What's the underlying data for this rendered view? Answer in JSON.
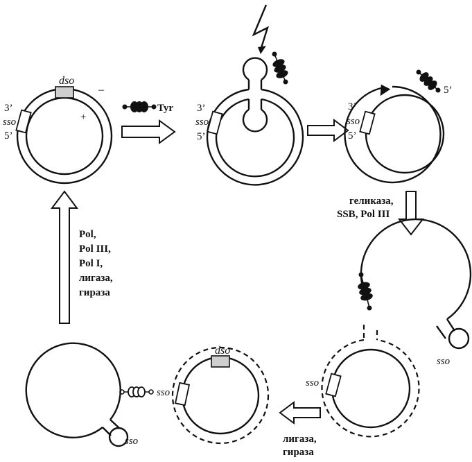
{
  "colors": {
    "ink": "#111111",
    "dso_fill": "#cfcfcf",
    "background": "#ffffff"
  },
  "icons": [
    "lightning-bolt-icon",
    "rep-protein-icon",
    "process-arrow-icon"
  ],
  "labels": {
    "dso": "dso",
    "sso": "sso",
    "three_prime": "3’",
    "five_prime": "5’",
    "minus": "–",
    "plus": "+",
    "tyr": "Tyr",
    "step_helicase": [
      "геликаза,",
      "SSB, Pol III"
    ],
    "step_ligase_bottom": [
      "лигаза,",
      "гираза"
    ],
    "step_left": [
      "Pol,",
      "Pol III,",
      "Pol I,",
      "лигаза,",
      "гираза"
    ]
  }
}
